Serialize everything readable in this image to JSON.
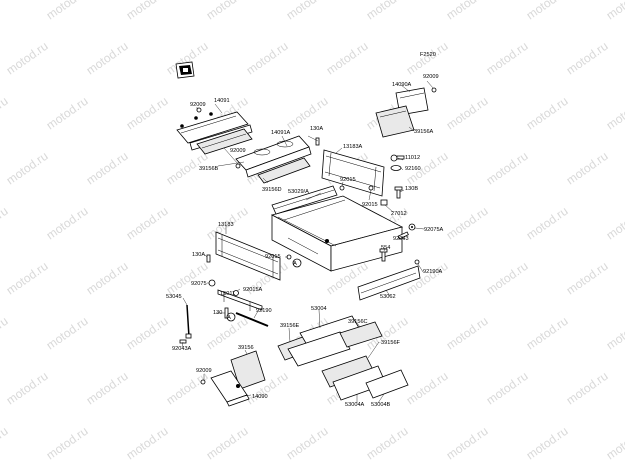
{
  "figure_code": "F2520",
  "watermark": "motod.ru",
  "callout_marker": "A",
  "part_labels": [
    "92009",
    "14091",
    "39156B",
    "92009",
    "14091A",
    "39156D",
    "130A",
    "13183A",
    "11012",
    "92160",
    "92015",
    "92015",
    "130B",
    "27012",
    "53029/A",
    "14090A",
    "92009",
    "39156A",
    "13183",
    "92043",
    "92075A",
    "554",
    "92015",
    "130A",
    "92190A",
    "53062",
    "92075",
    "15011",
    "92015A",
    "53045",
    "130",
    "92190",
    "92043A",
    "39156E",
    "53004",
    "39156C",
    "39156F",
    "39156",
    "92009",
    "14090",
    "53004A",
    "53004B"
  ]
}
